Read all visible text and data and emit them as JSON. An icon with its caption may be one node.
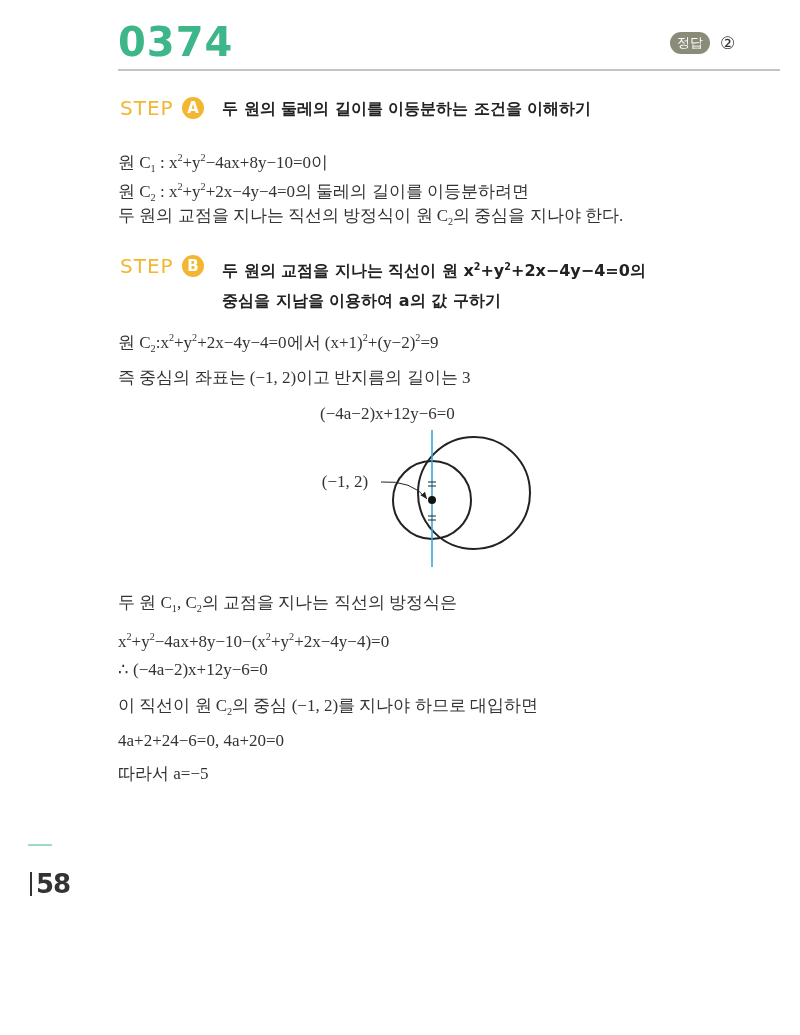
{
  "diagram": {
    "title": "0374",
    "nodes": [
      {
        "text": [
          "정답"
        ],
        "beside": [
          "②"
        ]
      },
      {
        "text": [
          "A"
        ],
        "beside": [
          "STEP"
        ]
      },
      {
        "text": [
          "B"
        ],
        "beside": [
          "STEP"
        ]
      },
      {
        "text": [
          "(−1, 2)"
        ]
      },
      {
        "text": [],
        "shape": "circle"
      }
    ],
    "edges": [
      {
        "from": 3,
        "to": 4,
        "arrow": "to"
      }
    ],
    "labels": [
      "두 원의 둘레의 길이를 이등분하는 조건을 이해하기",
      "원 C$_{1}$ : x$^{2}$+y$^{2}$−4ax+8y−10=0이",
      "원 C$_{2}$ : x$^{2}$+y$^{2}$+2x−4y−4=0의 둘레의 길이를 이등분하려면",
      "두 원의 교점을 지나는 직선의 방정식이 원 C$_{2}$의 중심을 지나야 한다.",
      "두 원의 교점을 지나는 직선이 원 x$^{2}$+y$^{2}$+2x−4y−4=0의 중심을 지남을 이용하여 a의 값 구하기",
      "원 C$_{2}$:x$^{2}$+y$^{2}$+2x−4y−4=0에서 (x+1)$^{2}$+(y−2)$^{2}$=9",
      "즉 중심의 좌표는 (−1, 2)이고 반지름의 길이는 3",
      "(−4a−2)x+12y−6=0",
      "두 원 C$_{1}$, C$_{2}$의 교점을 지나는 직선의 방정식은",
      "x$^{2}$+y$^{2}$−4ax+8y−10−(x$^{2}$+y$^{2}$+2x−4y−4)=0",
      "∴ (−4a−2)x+12y−6=0",
      "이 직선이 원 C$_{2}$의 중심 (−1, 2)를 지나야 하므로 대입하면",
      "4a+2+24−6=0, 4a+20=0",
      "따라서 a=−5",
      "58"
    ]
  }
}
